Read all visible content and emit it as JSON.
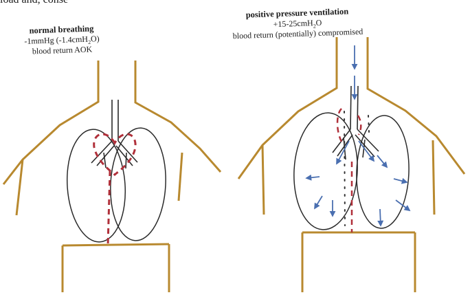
{
  "cut_text": "load and, conse",
  "panels": [
    {
      "heading": "normal breathing",
      "pressure": {
        "main": "-1mmHg (-1.4cmH",
        "sub": "2",
        "tail": "O)"
      },
      "note": "blood return AOK"
    },
    {
      "heading": "positive pressure ventilation",
      "pressure": {
        "main": "+15-25cmH",
        "sub": "2",
        "tail": "O"
      },
      "note": "blood return (potentially) compromised"
    }
  ],
  "colors": {
    "body_outline": "#b8892f",
    "lung_outline": "#2a2a2a",
    "heart_dash": "#b0303a",
    "pressure_arrow": "#4a6fb0",
    "cavity_dots": "#333333"
  }
}
